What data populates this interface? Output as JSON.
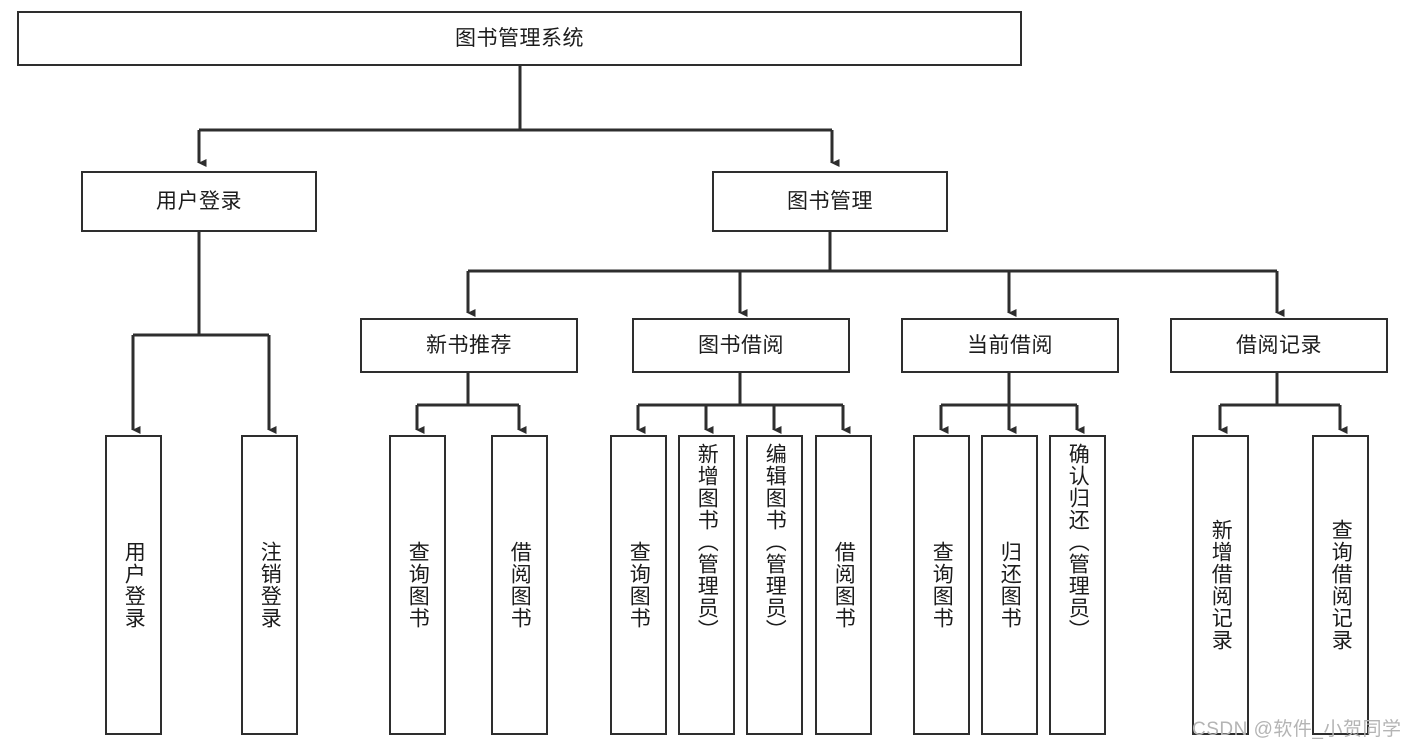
{
  "diagram": {
    "title": "图书管理系统",
    "type": "hierarchy-tree",
    "watermark": "CSDN @软件_小贺同学",
    "colors": {
      "stroke": "#2e2e2e",
      "text": "#1c1c1c",
      "background": "#ffffff",
      "watermark": "#b4b4b4"
    },
    "root": {
      "label": "图书管理系统"
    },
    "level2": [
      {
        "label": "用户登录"
      },
      {
        "label": "图书管理"
      }
    ],
    "level3": [
      {
        "label": "新书推荐"
      },
      {
        "label": "图书借阅"
      },
      {
        "label": "当前借阅"
      },
      {
        "label": "借阅记录"
      }
    ],
    "leaves": {
      "user_login": [
        {
          "label": "用户登录"
        },
        {
          "label": "注销登录"
        }
      ],
      "new_book_recommend": [
        {
          "label": "查询图书"
        },
        {
          "label": "借阅图书"
        }
      ],
      "book_borrow": [
        {
          "label": "查询图书"
        },
        {
          "label": "新增图书（管理员）"
        },
        {
          "label": "编辑图书（管理员）"
        },
        {
          "label": "借阅图书"
        }
      ],
      "current_borrow": [
        {
          "label": "查询图书"
        },
        {
          "label": "归还图书"
        },
        {
          "label": "确认归还（管理员）"
        }
      ],
      "borrow_record": [
        {
          "label": "新增借阅记录"
        },
        {
          "label": "查询借阅记录"
        }
      ]
    }
  }
}
